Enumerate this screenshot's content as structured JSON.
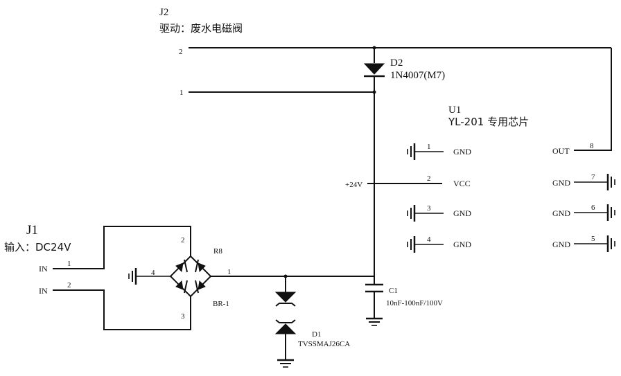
{
  "j2": {
    "ref": "J2",
    "desc": "驱动：废水电磁阀",
    "pin2": "2",
    "pin1": "1"
  },
  "d2": {
    "ref": "D2",
    "value": "1N4007(M7)"
  },
  "u1": {
    "ref": "U1",
    "desc": "YL-201 专用芯片",
    "pins": [
      {
        "num": "1",
        "name": "GND"
      },
      {
        "num": "2",
        "name": "VCC"
      },
      {
        "num": "3",
        "name": "GND"
      },
      {
        "num": "4",
        "name": "GND"
      },
      {
        "num": "5",
        "name": "GND"
      },
      {
        "num": "6",
        "name": "GND"
      },
      {
        "num": "7",
        "name": "GND"
      },
      {
        "num": "8",
        "name": "OUT"
      }
    ]
  },
  "net_24v": "+24V",
  "j1": {
    "ref": "J1",
    "desc": "输入：DC24V",
    "pin1_label": "IN",
    "pin1_num": "1",
    "pin2_label": "IN",
    "pin2_num": "2"
  },
  "bridge": {
    "ref": "R8",
    "value": "BR-1",
    "pin1": "1",
    "pin2": "2",
    "pin3": "3",
    "pin4": "4"
  },
  "d1": {
    "ref": "D1",
    "value": "TVSSMAJ26CA"
  },
  "c1": {
    "ref": "C1",
    "value": "10nF-100nF/100V"
  },
  "colors": {
    "ink": "#111111",
    "paper": "#ffffff"
  }
}
